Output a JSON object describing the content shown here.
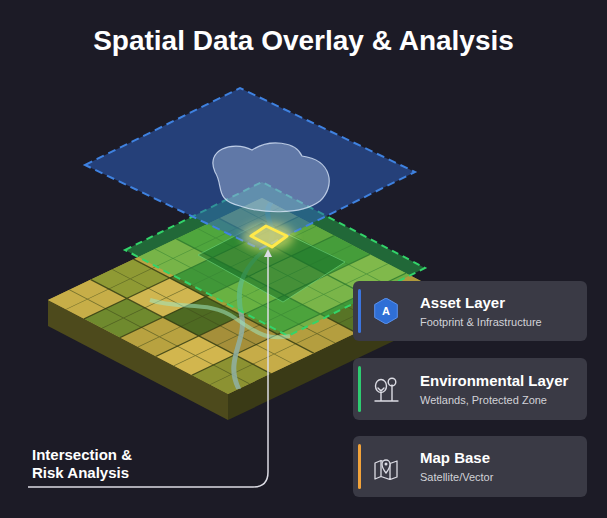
{
  "diagram": {
    "title": "Spatial Data Overlay & Analysis",
    "nodes": [
      {
        "text": [
          "A",
          "Asset Layer",
          "Footprint & Infrastructure"
        ]
      },
      {
        "text": [
          "Environmental Layer",
          "Wetlands, Protected Zone"
        ]
      },
      {
        "text": [
          "Map Base",
          "Satellite/Vector"
        ]
      }
    ],
    "labels": [
      "Intersection & Risk Analysis"
    ]
  }
}
